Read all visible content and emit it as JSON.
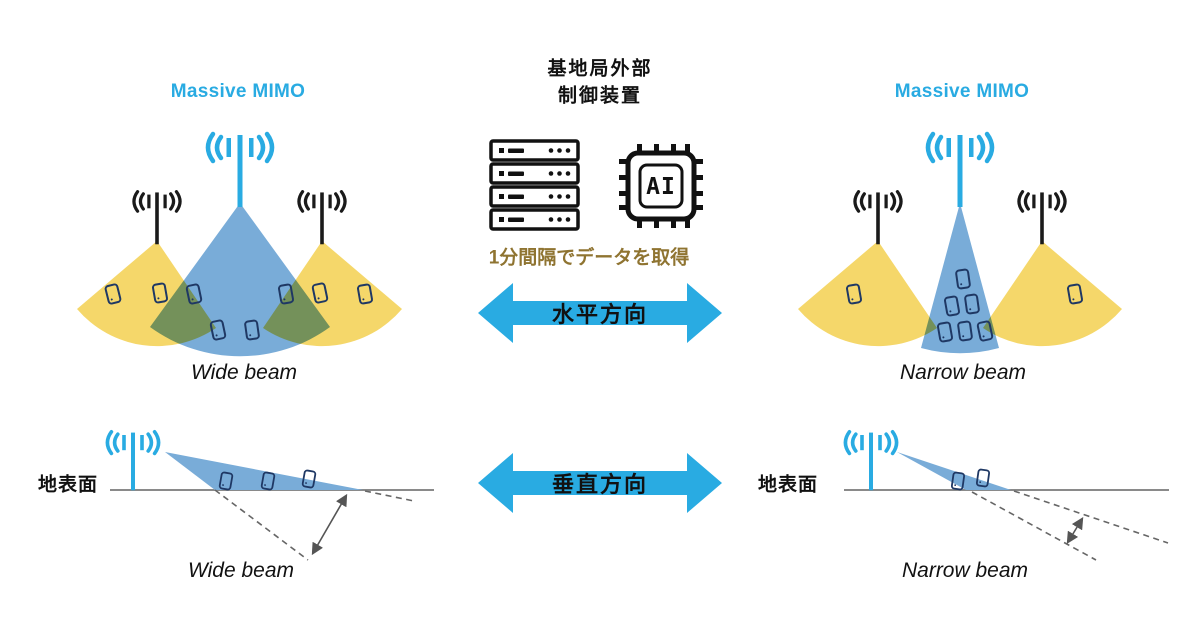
{
  "left_top": {
    "title": "Massive MIMO",
    "caption": "Wide beam"
  },
  "right_top": {
    "title": "Massive MIMO",
    "caption": "Narrow beam"
  },
  "center": {
    "title_line1": "基地局外部",
    "title_line2": "制御装置",
    "chip_label": "AI",
    "data_note": "1分間隔でデータを取得",
    "horizontal_arrow_label": "水平方向",
    "vertical_arrow_label": "垂直方向"
  },
  "bottom_left": {
    "ground_label": "地表面",
    "caption": "Wide beam"
  },
  "bottom_right": {
    "ground_label": "地表面",
    "caption": "Narrow beam"
  },
  "colors": {
    "accent_cyan": "#29ABE2",
    "beam_blue": "#79ACD8",
    "beam_yellow": "#F5D76A",
    "overlap_green": "#7FA387",
    "note_gold": "#8F7431",
    "phone_navy": "#1F3864",
    "ground_gray": "#8A8A8A"
  }
}
